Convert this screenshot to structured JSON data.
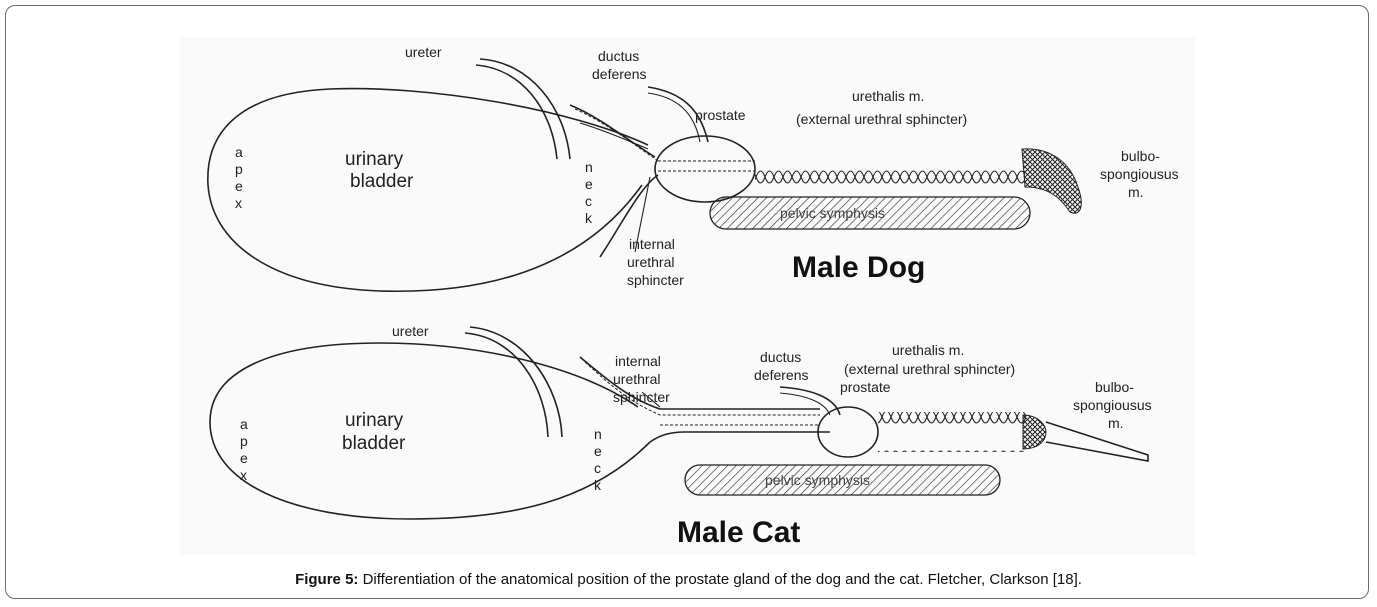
{
  "figure": {
    "dog": {
      "title": "Male Dog",
      "labels": {
        "ureter": "ureter",
        "ductus_line1": "ductus",
        "ductus_line2": "deferens",
        "prostate": "prostate",
        "urethalis_line1": "urethalis m.",
        "urethalis_line2": "(external urethral  sphincter)",
        "urinary": "urinary",
        "bladder": "bladder",
        "bulbo_line1": "bulbo-",
        "bulbo_line2": "spongiousus",
        "bulbo_line3": "m.",
        "pelvic": "pelvic symphysis",
        "internal_line1": "internal",
        "internal_line2": "urethral",
        "internal_line3": "sphincter"
      },
      "apex_letters": [
        "a",
        "p",
        "e",
        "x"
      ],
      "neck_letters": [
        "n",
        "e",
        "c",
        "k"
      ]
    },
    "cat": {
      "title": "Male Cat",
      "labels": {
        "ureter": "ureter",
        "internal_line1": "internal",
        "internal_line2": "urethral",
        "internal_line3": "sphincter",
        "ductus_line1": "ductus",
        "ductus_line2": "deferens",
        "urethalis_line1": "urethalis m.",
        "urethalis_line2": "(external urethral  sphincter)",
        "prostate": "prostate",
        "bulbo_line1": "bulbo-",
        "bulbo_line2": "spongiousus",
        "bulbo_line3": "m.",
        "urinary": "urinary",
        "bladder": "bladder",
        "pelvic": "pelvic symphysis"
      },
      "apex_letters": [
        "a",
        "p",
        "e",
        "x"
      ],
      "neck_letters": [
        "n",
        "e",
        "c",
        "k"
      ]
    }
  },
  "caption": {
    "label": "Figure 5:",
    "text": " Differentiation of the anatomical position of the prostate gland of the dog and the cat. Fletcher, Clarkson [18]."
  }
}
